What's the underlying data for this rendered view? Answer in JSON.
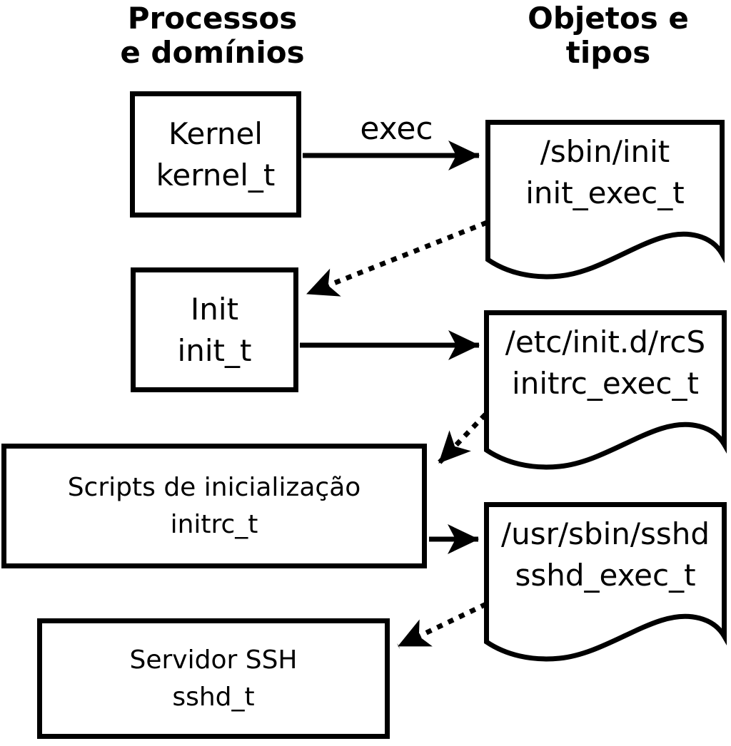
{
  "headers": {
    "left": {
      "line1": "Processos",
      "line2": "e domínios"
    },
    "right": {
      "line1": "Objetos e",
      "line2": "tipos"
    }
  },
  "process_boxes": [
    {
      "label": "Kernel",
      "type": "kernel_t"
    },
    {
      "label": "Init",
      "type": "init_t"
    },
    {
      "label": "Scripts de inicialização",
      "type": "initrc_t"
    },
    {
      "label": "Servidor SSH",
      "type": "sshd_t"
    }
  ],
  "object_docs": [
    {
      "path": "/sbin/init",
      "type": "init_exec_t"
    },
    {
      "path": "/etc/init.d/rcS",
      "type": "initrc_exec_t"
    },
    {
      "path": "/usr/sbin/sshd",
      "type": "sshd_exec_t"
    }
  ],
  "arrows": {
    "exec_label": "exec"
  },
  "colors": {
    "foreground": "#000000",
    "background": "#ffffff"
  }
}
